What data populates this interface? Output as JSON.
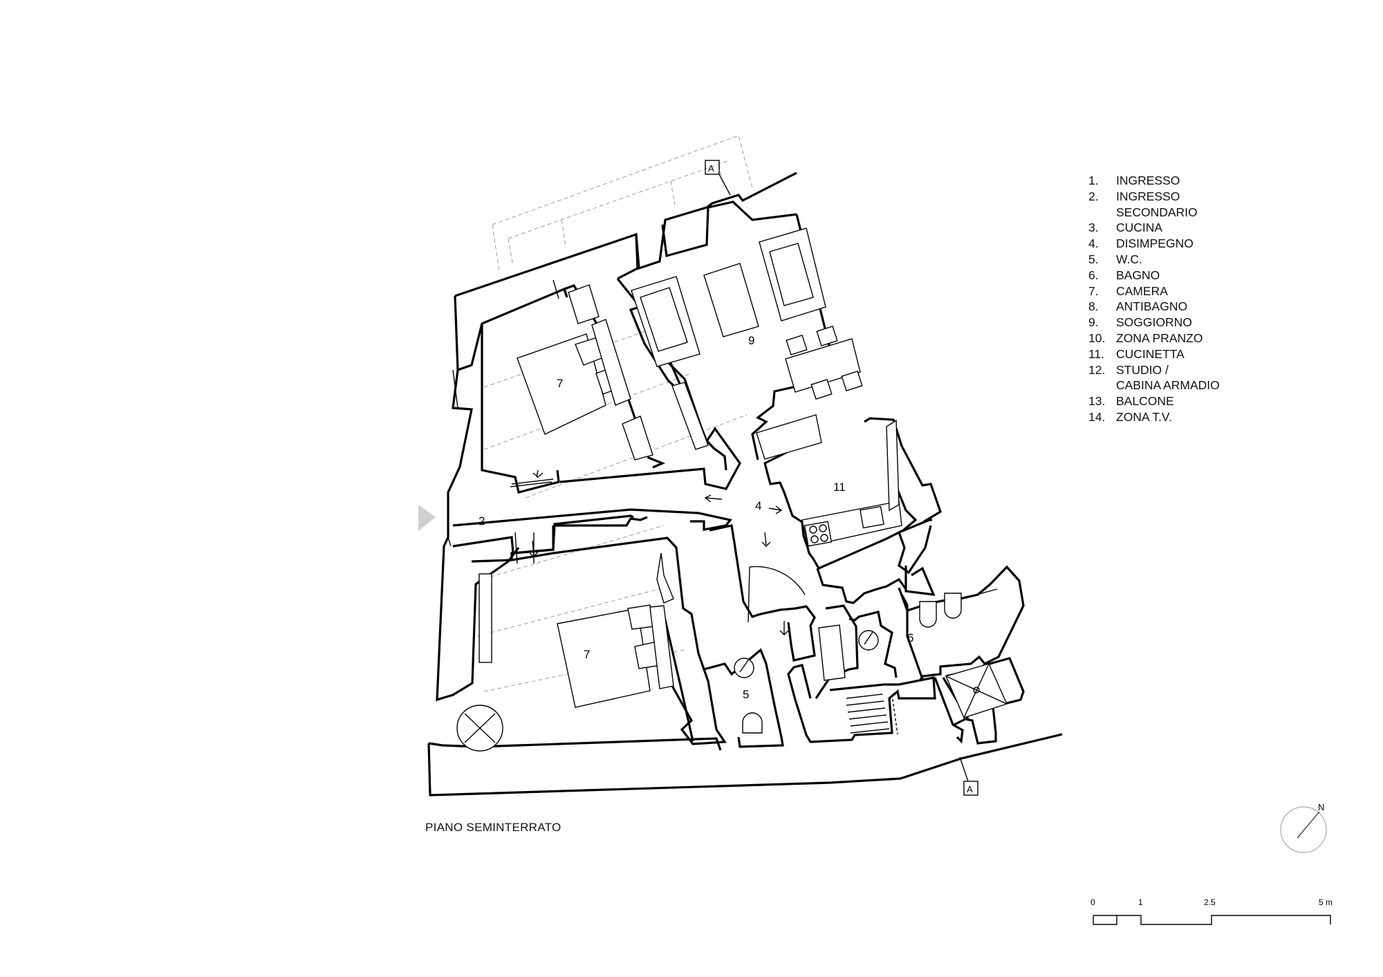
{
  "plan_title": "PIANO SEMINTERRATO",
  "legend": [
    {
      "num": "1.",
      "label": "INGRESSO"
    },
    {
      "num": "2.",
      "label": "INGRESSO\nSECONDARIO"
    },
    {
      "num": "3.",
      "label": "CUCINA"
    },
    {
      "num": "4.",
      "label": "DISIMPEGNO"
    },
    {
      "num": "5.",
      "label": "W.C."
    },
    {
      "num": "6.",
      "label": "BAGNO"
    },
    {
      "num": "7.",
      "label": "CAMERA"
    },
    {
      "num": "8.",
      "label": "ANTIBAGNO"
    },
    {
      "num": "9.",
      "label": "SOGGIORNO"
    },
    {
      "num": "10.",
      "label": "ZONA PRANZO"
    },
    {
      "num": "11.",
      "label": "CUCINETTA"
    },
    {
      "num": "12.",
      "label": "STUDIO /\nCABINA ARMADIO"
    },
    {
      "num": "13.",
      "label": "BALCONE"
    },
    {
      "num": "14.",
      "label": "ZONA T.V."
    }
  ],
  "room_labels": {
    "room_2": "2",
    "room_4": "4",
    "room_5": "5",
    "room_6": "6",
    "room_7_upper": "7",
    "room_7_lower": "7",
    "room_9": "9",
    "room_11": "11"
  },
  "scale_bar": {
    "ticks": [
      "0",
      "1",
      "2.5",
      "5 m"
    ]
  },
  "north_label": "N",
  "section_marker": "A"
}
